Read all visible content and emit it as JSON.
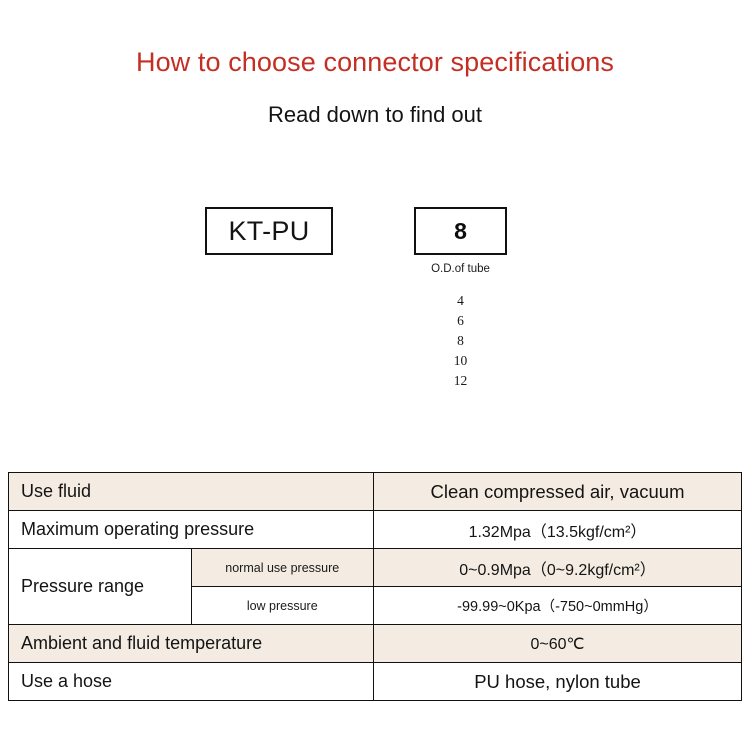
{
  "header": {
    "title": "How to choose connector specifications",
    "subtitle": "Read down to find out",
    "title_color": "#c42f24"
  },
  "code_builder": {
    "series_box": {
      "value": "KT-PU"
    },
    "size_box": {
      "value": "8",
      "caption": "O.D.of tube"
    },
    "size_options": [
      "4",
      "6",
      "8",
      "10",
      "12"
    ]
  },
  "spec_table": {
    "shaded_color": "#f4ece2",
    "rows": [
      {
        "label": "Use fluid",
        "sub": null,
        "value": "Clean compressed air, vacuum",
        "shaded": true,
        "value_size": "big"
      },
      {
        "label": "Maximum operating pressure",
        "sub": null,
        "value": "1.32Mpa（13.5kgf/cm²）",
        "shaded": false,
        "value_size": "mid"
      },
      {
        "label": "Pressure range",
        "sub": "normal use pressure",
        "value": "0~0.9Mpa（0~9.2kgf/cm²）",
        "shaded": true,
        "value_size": "mid"
      },
      {
        "label": null,
        "sub": "low pressure",
        "value": "-99.99~0Kpa（-750~0mmHg）",
        "shaded": false,
        "value_size": "small"
      },
      {
        "label": "Ambient and fluid temperature",
        "sub": null,
        "value": "0~60℃",
        "shaded": true,
        "value_size": "mid"
      },
      {
        "label": "Use a hose",
        "sub": null,
        "value": "PU hose, nylon tube",
        "shaded": false,
        "value_size": "big"
      }
    ]
  }
}
